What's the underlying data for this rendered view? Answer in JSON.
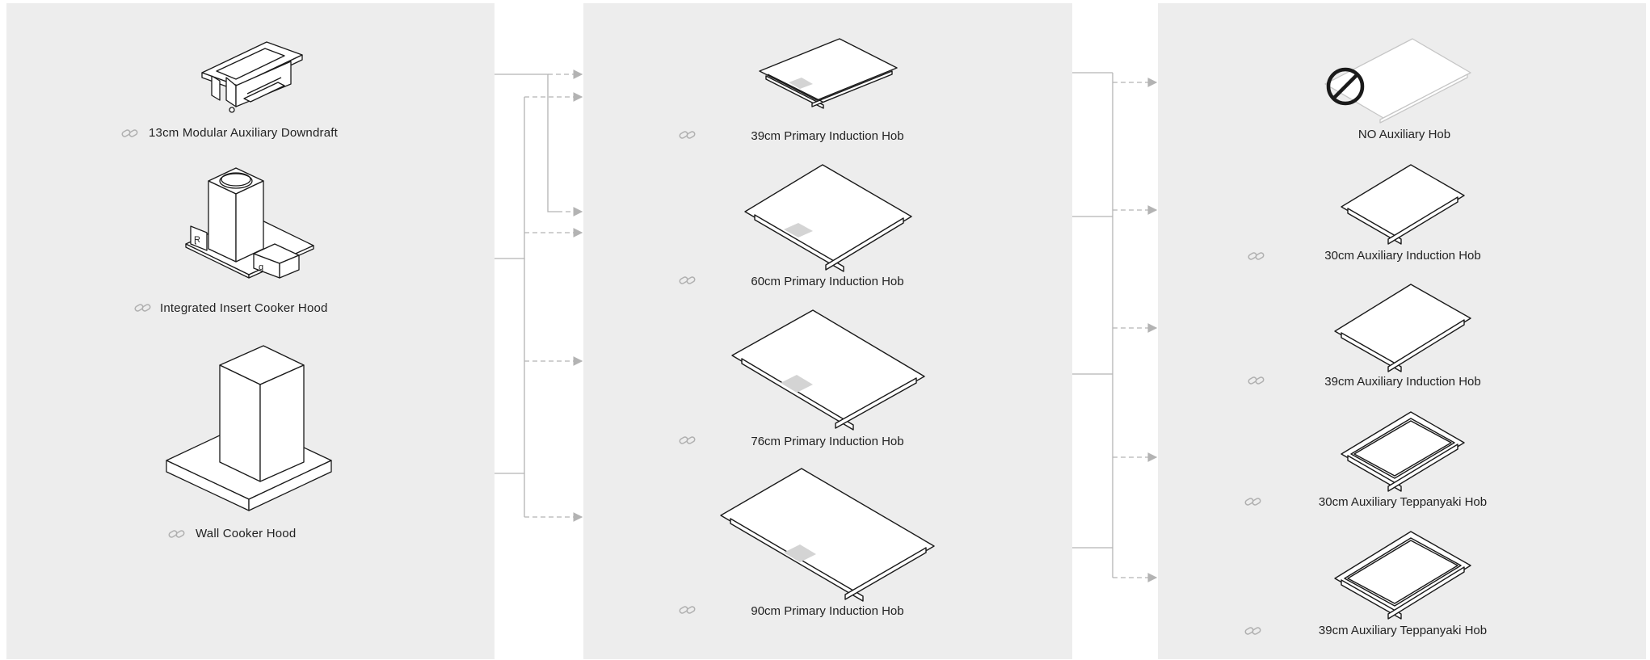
{
  "colors": {
    "panel_background": "#ededed",
    "connector_line": "#b3b3b3",
    "line_art": "#1a1a1a",
    "link_icon": "#b0b0b0",
    "disabled_art": "#c6c6c6"
  },
  "columns": {
    "extraction": {
      "items": [
        {
          "label": "13cm Modular Auxiliary Downdraft",
          "icon": "link-icon"
        },
        {
          "label": "Integrated Insert Cooker Hood",
          "icon": "link-icon"
        },
        {
          "label": "Wall Cooker Hood",
          "icon": "link-icon"
        }
      ]
    },
    "primary_hobs": {
      "items": [
        {
          "label": "39cm Primary Induction Hob",
          "icon": "link-icon"
        },
        {
          "label": "60cm Primary Induction Hob",
          "icon": "link-icon"
        },
        {
          "label": "76cm Primary Induction Hob",
          "icon": "link-icon"
        },
        {
          "label": "90cm Primary Induction Hob",
          "icon": "link-icon"
        }
      ]
    },
    "auxiliary_hobs": {
      "items": [
        {
          "label": "NO Auxiliary Hob",
          "icon": "prohibited-icon"
        },
        {
          "label": "30cm Auxiliary Induction Hob",
          "icon": "link-icon"
        },
        {
          "label": "39cm Auxiliary Induction Hob",
          "icon": "link-icon"
        },
        {
          "label": "30cm Auxiliary Teppanyaki Hob",
          "icon": "link-icon"
        },
        {
          "label": "39cm Auxiliary Teppanyaki Hob",
          "icon": "link-icon"
        }
      ]
    }
  }
}
